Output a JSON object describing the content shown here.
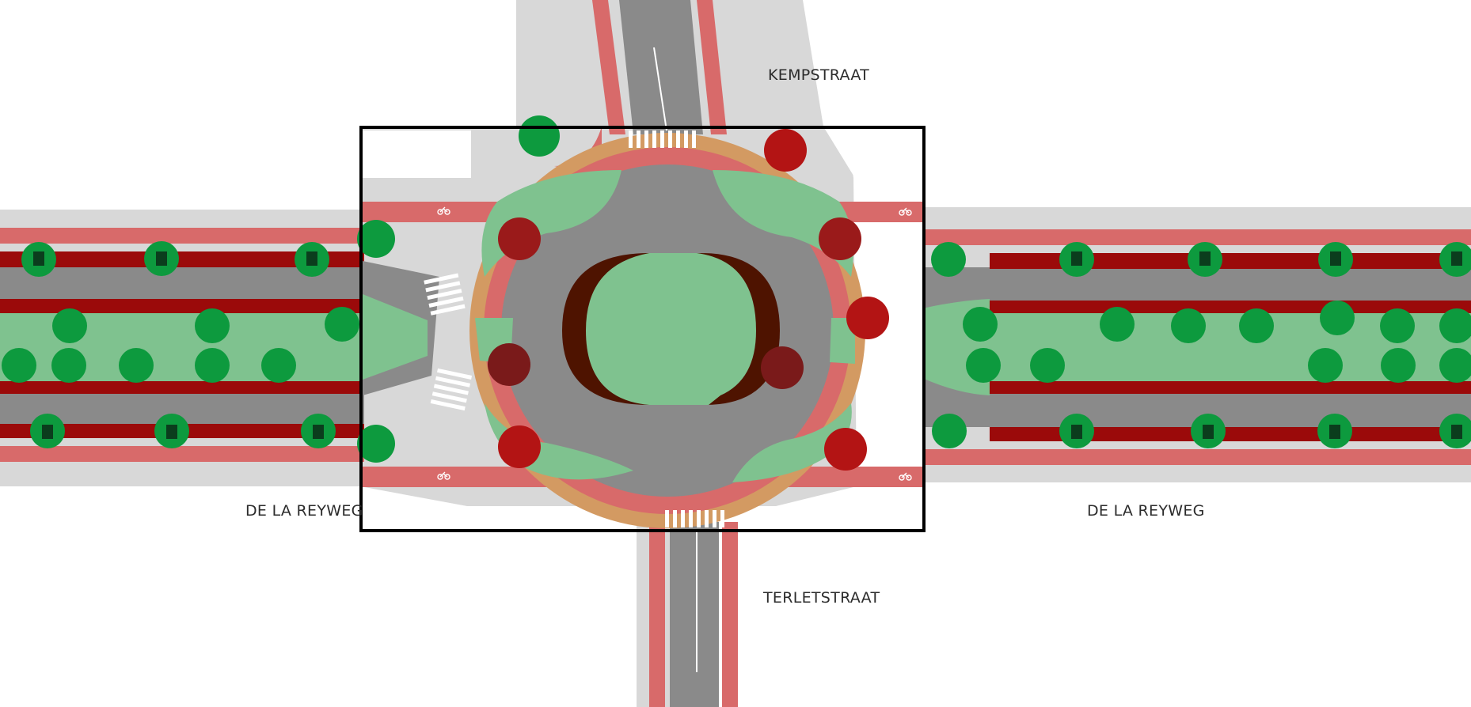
{
  "map": {
    "labels": {
      "north": "KEMPSTRAAT",
      "south": "TERLETSTRAAT",
      "west": "DE LA REYWEG",
      "east": "DE LA REYWEG"
    },
    "colors": {
      "background": "#ffffff",
      "sidewalk": "#d8d8d8",
      "road": "#8a8a8a",
      "bike_path": "#d86a6a",
      "bike_lane_dark": "#9b0a0a",
      "grass": "#7fc28f",
      "tree": "#0d9a3e",
      "tree_dark": "#0b6b2e",
      "removed_tree": "#b31414",
      "removed_tree_dark": "#7a1a1a",
      "apron": "#d39a62",
      "inner_ring": "#4e1300",
      "crossing_stripe": "#ffffff",
      "frame": "#000000"
    },
    "icons": {
      "bike_marking": "bicycle-icon"
    }
  }
}
